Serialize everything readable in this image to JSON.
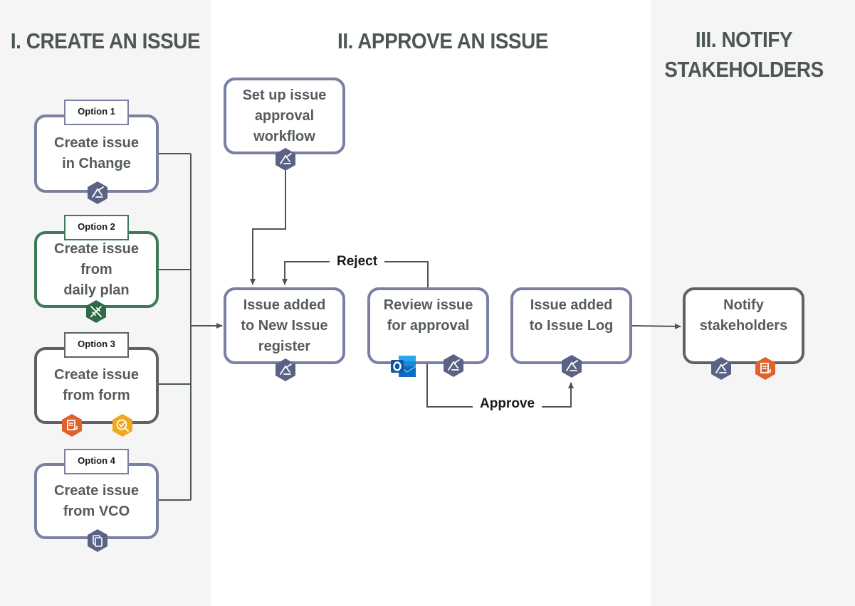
{
  "lanes": {
    "create": {
      "title": "I. CREATE AN ISSUE"
    },
    "approve": {
      "title": "II. APPROVE AN ISSUE"
    },
    "notify": {
      "title": "III. NOTIFY\nSTAKEHOLDERS"
    }
  },
  "options": [
    {
      "tag": "Option 1",
      "text": "Create issue\nin Change"
    },
    {
      "tag": "Option 2",
      "text": "Create issue\nfrom\ndaily plan"
    },
    {
      "tag": "Option 3",
      "text": "Create issue\nfrom form"
    },
    {
      "tag": "Option 4",
      "text": "Create issue\nfrom VCO"
    }
  ],
  "steps": {
    "setup": "Set up issue\napproval\nworkflow",
    "added_new": "Issue added\nto New Issue\nregister",
    "review": "Review issue\nfor approval",
    "added_log": "Issue added\nto Issue Log",
    "notify": "Notify\nstakeholders"
  },
  "edges": {
    "reject": "Reject",
    "approve": "Approve"
  },
  "colors": {
    "lane_bg": "#f5f5f5",
    "box_border": "#7a7fa4",
    "green_border": "#3f7a58",
    "grey_border": "#5e6263",
    "hex_slate": "#5a6286",
    "hex_green": "#2f6b47",
    "hex_orange": "#e0622a",
    "hex_yellow": "#f0a81e",
    "outlook_blue": "#0f6cbd"
  },
  "icons": {
    "change": "change-app-icon",
    "plan": "daily-plan-icon",
    "form": "form-icon",
    "inspect": "inspection-check-icon",
    "vco": "vco-document-icon",
    "outlook": "outlook-icon"
  }
}
